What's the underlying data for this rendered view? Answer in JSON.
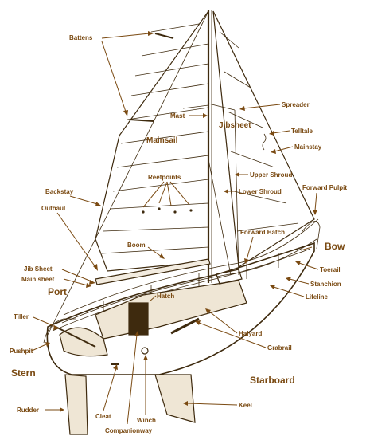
{
  "labels": {
    "battens": "Battens",
    "spreader": "Spreader",
    "mast": "Mast",
    "jibsheet_upper": "Jibsheet",
    "telltale": "Telltale",
    "mainsail": "Mainsail",
    "mainstay": "Mainstay",
    "upper_shroud": "Upper Shroud",
    "reefpoints": "Reefpoints",
    "lower_shroud": "Lower Shroud",
    "forward_pulpit": "Forward Pulpit",
    "backstay": "Backstay",
    "outhaul": "Outhaul",
    "forward_hatch": "Forward Hatch",
    "boom": "Boom",
    "bow": "Bow",
    "jib_sheet": "Jib Sheet",
    "main_sheet": "Main sheet",
    "toerail": "Toerail",
    "port": "Port",
    "stanchion": "Stanchion",
    "hatch": "Hatch",
    "lifeline": "Lifeline",
    "tiller": "Tiller",
    "halyard": "Halyard",
    "pushpit": "Pushpit",
    "grabrail": "Grabrail",
    "stern": "Stern",
    "starboard": "Starboard",
    "rudder": "Rudder",
    "keel": "Keel",
    "cleat": "Cleat",
    "winch": "Winch",
    "companionway": "Companionway"
  },
  "colors": {
    "label": "#7a4a12",
    "ink": "#3e2a0e",
    "background": "#ffffff"
  }
}
